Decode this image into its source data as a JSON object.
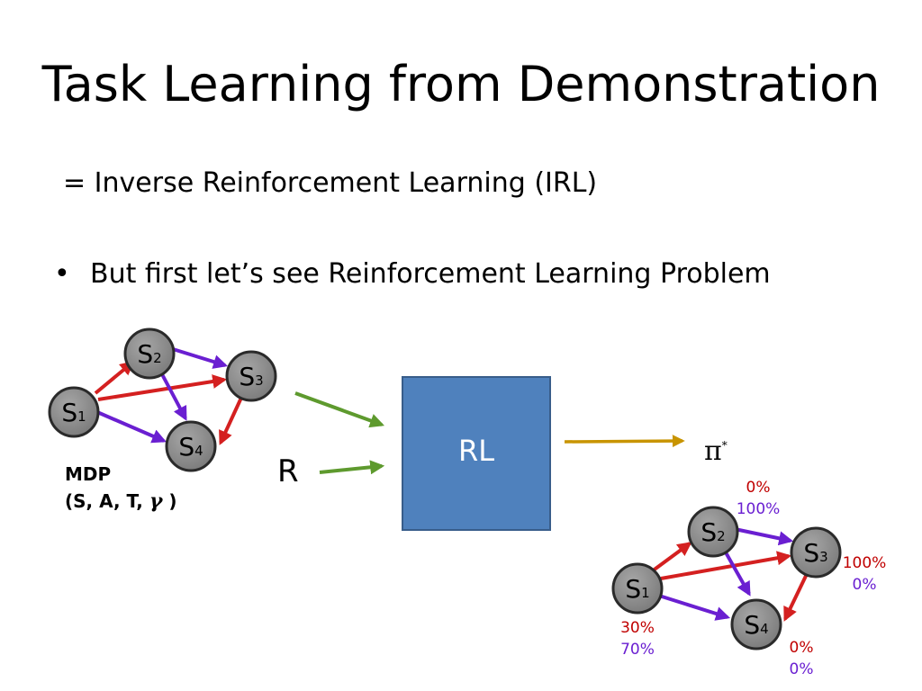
{
  "slide": {
    "title": "Task Learning from Demonstration",
    "subtitle": "= Inverse Reinforcement Learning (IRL)",
    "bullet": "But first let’s see Reinforcement Learning Problem",
    "bullet_icon": "•"
  },
  "mdp_graph": {
    "nodes": [
      {
        "id": "s1",
        "letter": "S",
        "sub": "1"
      },
      {
        "id": "s2",
        "letter": "S",
        "sub": "2"
      },
      {
        "id": "s3",
        "letter": "S",
        "sub": "3"
      },
      {
        "id": "s4",
        "letter": "S",
        "sub": "4"
      }
    ],
    "label_line1": "MDP",
    "label_line2": "(S, A, T, ",
    "label_gamma": "γ",
    "label_close": " )"
  },
  "reward": {
    "label": "R"
  },
  "rl_box": {
    "label": "RL"
  },
  "policy": {
    "symbol": "π",
    "star": "*"
  },
  "policy_graph": {
    "nodes": [
      {
        "id": "s1",
        "letter": "S",
        "sub": "1"
      },
      {
        "id": "s2",
        "letter": "S",
        "sub": "2"
      },
      {
        "id": "s3",
        "letter": "S",
        "sub": "3"
      },
      {
        "id": "s4",
        "letter": "S",
        "sub": "4"
      }
    ],
    "probs": {
      "s1": {
        "red": "30%",
        "purple": "70%"
      },
      "s2": {
        "red": "0%",
        "purple": "100%"
      },
      "s3": {
        "red": "100%",
        "purple": "0%"
      },
      "s4": {
        "red": "0%",
        "purple": "0%"
      }
    }
  },
  "colors": {
    "red_arrow": "#d42020",
    "purple_arrow": "#6a1fd1",
    "green_arrow": "#5e9a2e",
    "gold_arrow": "#c89400",
    "node_fill": "#808080",
    "rl_box": "#4f81bd"
  }
}
